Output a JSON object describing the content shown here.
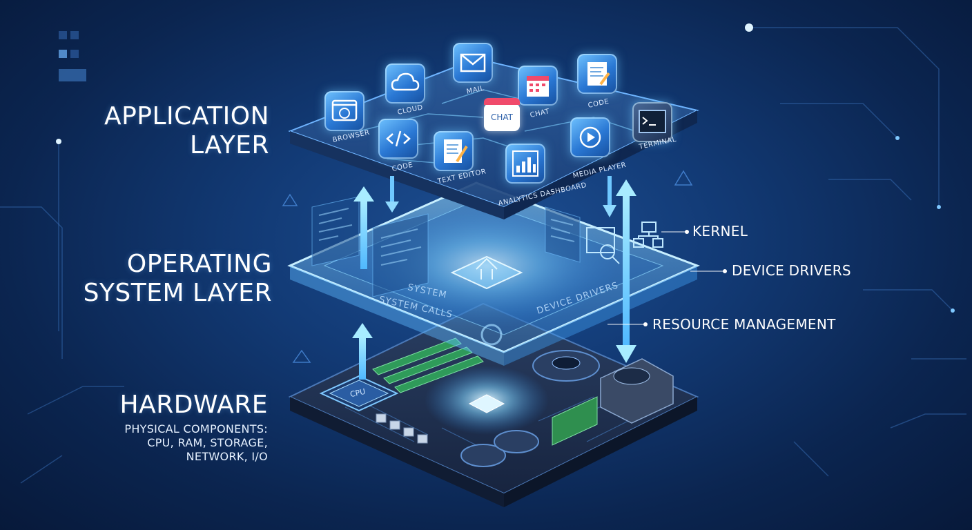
{
  "diagram": {
    "layers": {
      "application": {
        "title_line1": "APPLICATION",
        "title_line2": "LAYER"
      },
      "os": {
        "title_line1": "OPERATING",
        "title_line2": "SYSTEM LAYER"
      },
      "hardware": {
        "title": "HARDWARE",
        "sub_line1": "PHYSICAL COMPONENTS:",
        "sub_line2": "CPU, RAM, STORAGE,",
        "sub_line3": "NETWORK, I/O"
      }
    },
    "callouts": {
      "kernel": "KERNEL",
      "device_drivers": "DEVICE DRIVERS",
      "resource_management": "RESOURCE MANAGEMENT"
    },
    "apps": {
      "browser": "BROWSER",
      "cloud": "CLOUD",
      "mail": "MAIL",
      "chat_label": "CHAT",
      "chat_bubble": "CHAT",
      "code_top": "CODE",
      "terminal": "TERMINAL",
      "code_left": "CODE",
      "text_editor": "TEXT EDITOR",
      "analytics": "ANALYTICS DASHBOARD",
      "media_player": "MEDIA PLAYER"
    },
    "os_panel": {
      "system": "SYSTEM",
      "system_calls": "SYSTEM CALLS",
      "device_drivers": "DEVICE DRIVERS"
    },
    "hardware_chips": {
      "cpu": "CPU"
    },
    "colors": {
      "background": "#123a75",
      "accent": "#6fd0ff",
      "glow": "#bfe8ff",
      "text": "#ffffff"
    }
  }
}
